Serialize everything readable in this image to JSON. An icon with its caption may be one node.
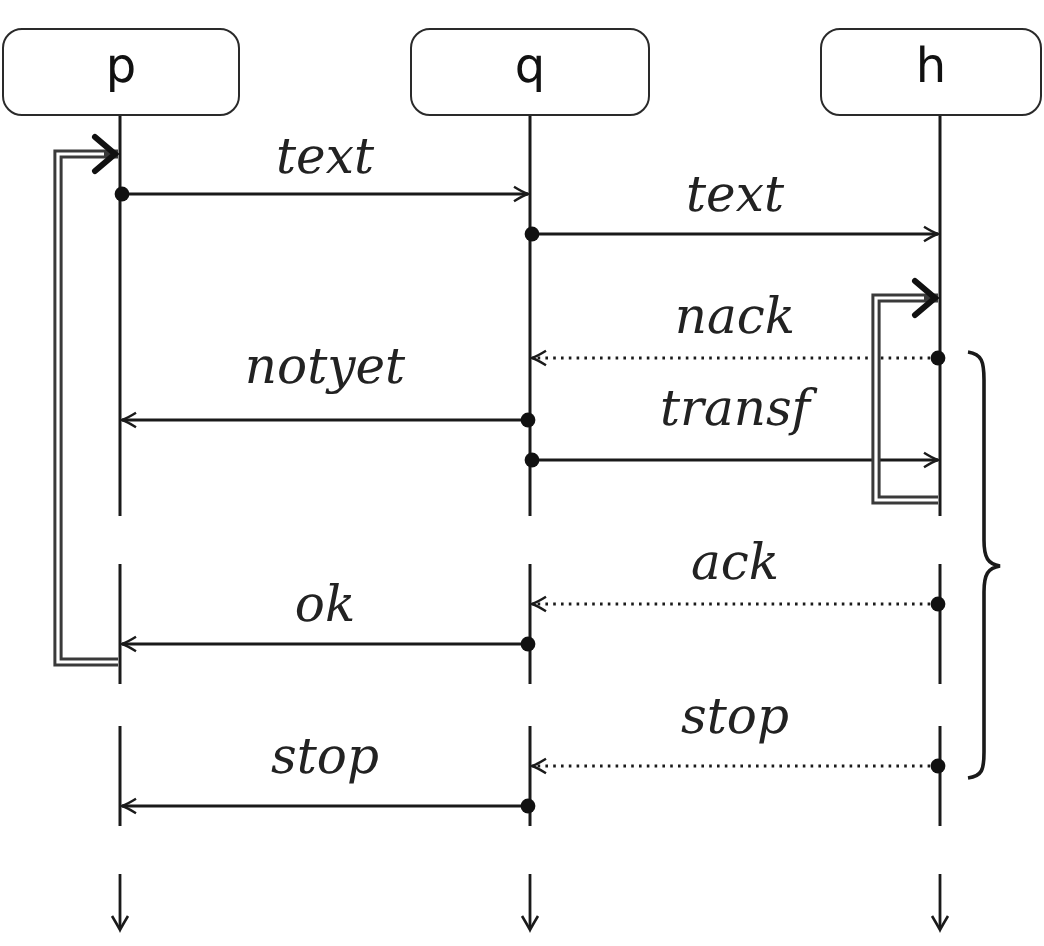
{
  "diagram": {
    "nodes": [
      {
        "text": [
          "p"
        ]
      },
      {
        "text": [
          "q"
        ]
      },
      {
        "text": [
          "h"
        ]
      },
      {
        "text": [],
        "shape": "line"
      },
      {
        "text": [],
        "shape": "line"
      },
      {
        "text": [],
        "shape": "line"
      }
    ],
    "edges": [
      {
        "from": 3,
        "to": 4,
        "arrow": "to",
        "label": "text"
      },
      {
        "from": 4,
        "to": 5,
        "arrow": "to",
        "label": "text"
      },
      {
        "from": 5,
        "to": 4,
        "arrow": "to",
        "label": "nack",
        "style": "dashed"
      },
      {
        "from": 4,
        "to": 3,
        "arrow": "to",
        "label": "notyet"
      },
      {
        "from": 4,
        "to": 5,
        "arrow": "to",
        "label": "transf"
      },
      {
        "from": 5,
        "to": 4,
        "arrow": "to",
        "label": "ack",
        "style": "dashed"
      },
      {
        "from": 4,
        "to": 3,
        "arrow": "to",
        "label": "ok"
      },
      {
        "from": 5,
        "to": 4,
        "arrow": "to",
        "label": "stop",
        "style": "dashed"
      },
      {
        "from": 4,
        "to": 3,
        "arrow": "to",
        "label": "stop"
      },
      {
        "from": 3,
        "to": 3,
        "arrow": "to",
        "style": "thick"
      },
      {
        "from": 5,
        "to": 5,
        "arrow": "to",
        "style": "thick"
      }
    ]
  }
}
